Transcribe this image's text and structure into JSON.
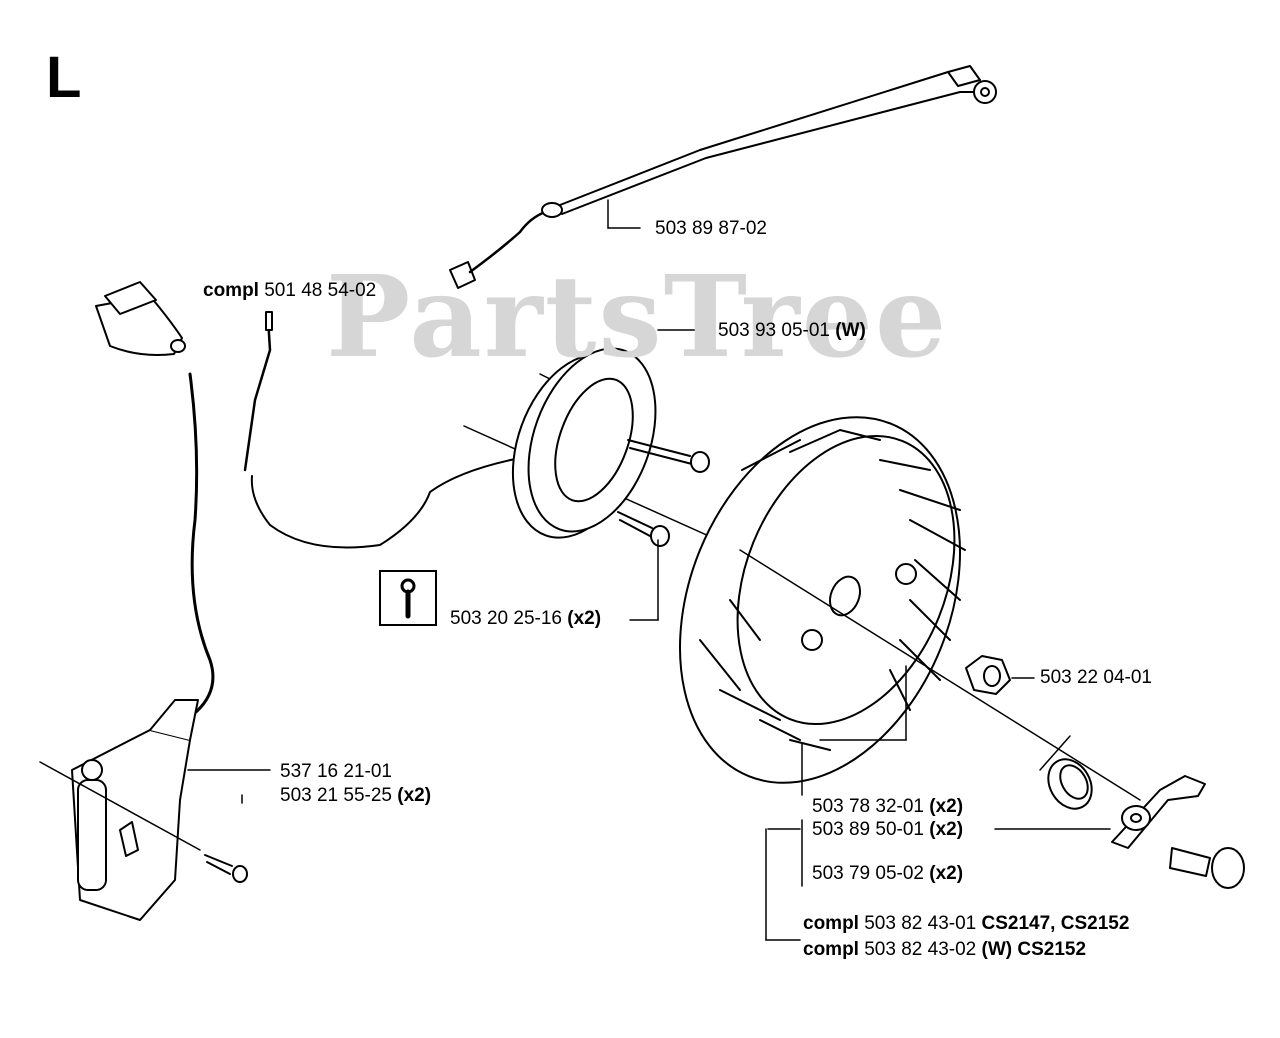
{
  "section_letter": "L",
  "watermark": "PartsTree",
  "labels": {
    "wire_harness": "503 89 87-02",
    "ignition_compl": {
      "prefix": "compl",
      "number": "501 48 54-02"
    },
    "stator": {
      "number": "503 93 05-01",
      "suffix": "(W)"
    },
    "stator_screw": {
      "number": "503 20 25-16",
      "suffix": "(x2)"
    },
    "flywheel_nut": "503 22 04-01",
    "ignition_module": "537 16 21-01",
    "module_screw": {
      "number": "503 21 55-25",
      "suffix": "(x2)"
    },
    "pawl": {
      "number": "503 78 32-01",
      "suffix": "(x2)"
    },
    "spring": {
      "number": "503 89 50-01",
      "suffix": "(x2)"
    },
    "pawl_pin": {
      "number": "503 79 05-02",
      "suffix": "(x2)"
    },
    "flywheel_compl_1": {
      "prefix": "compl",
      "number": "503 82 43-01",
      "models": "CS2147, CS2152"
    },
    "flywheel_compl_2": {
      "prefix": "compl",
      "number": "503 82 43-02",
      "variant": "(W)",
      "models": "CS2152"
    }
  },
  "icons": {
    "tool_box": "wrench-icon"
  }
}
